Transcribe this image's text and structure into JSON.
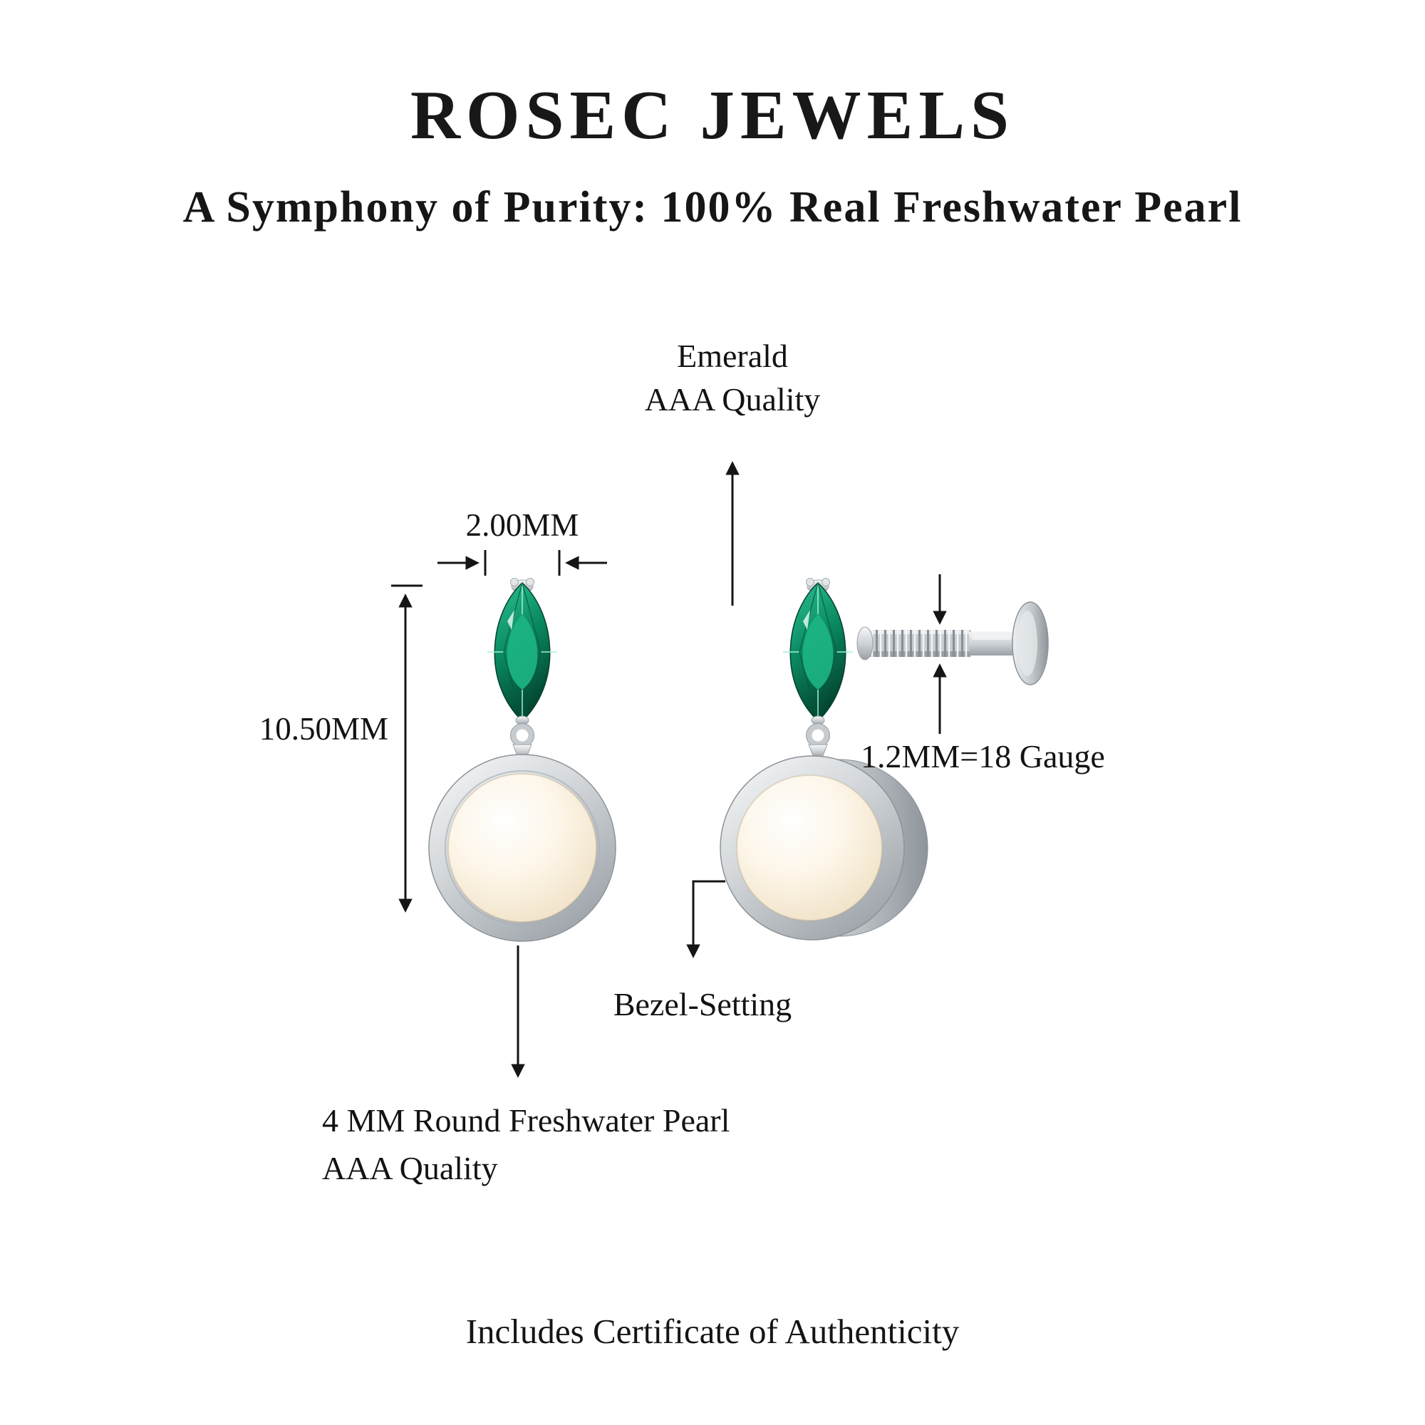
{
  "header": {
    "brand": "ROSEC JEWELS",
    "tagline": "A Symphony of Purity: 100% Real Freshwater Pearl"
  },
  "diagram": {
    "labels": {
      "emerald_quality": {
        "line1": "Emerald",
        "line2": "AAA Quality"
      },
      "stone_width": "2.00MM",
      "drop_height": "10.50MM",
      "post_gauge": "1.2MM=18 Gauge",
      "setting": "Bezel-Setting",
      "pearl": {
        "line1": "4 MM Round Freshwater Pearl",
        "line2": "AAA Quality"
      }
    },
    "colors": {
      "emerald_light": "#2ec395",
      "emerald": "#0a8a62",
      "emerald_dark": "#034732",
      "pearl": "#fdf6e9",
      "pearl_shadow": "#e0cfae",
      "metal_light": "#f6f7f8",
      "metal": "#c7cbd0",
      "metal_dark": "#9aa0a6",
      "annotation": "#151515",
      "background": "#ffffff"
    }
  },
  "footer": {
    "note": "Includes Certificate of Authenticity"
  }
}
